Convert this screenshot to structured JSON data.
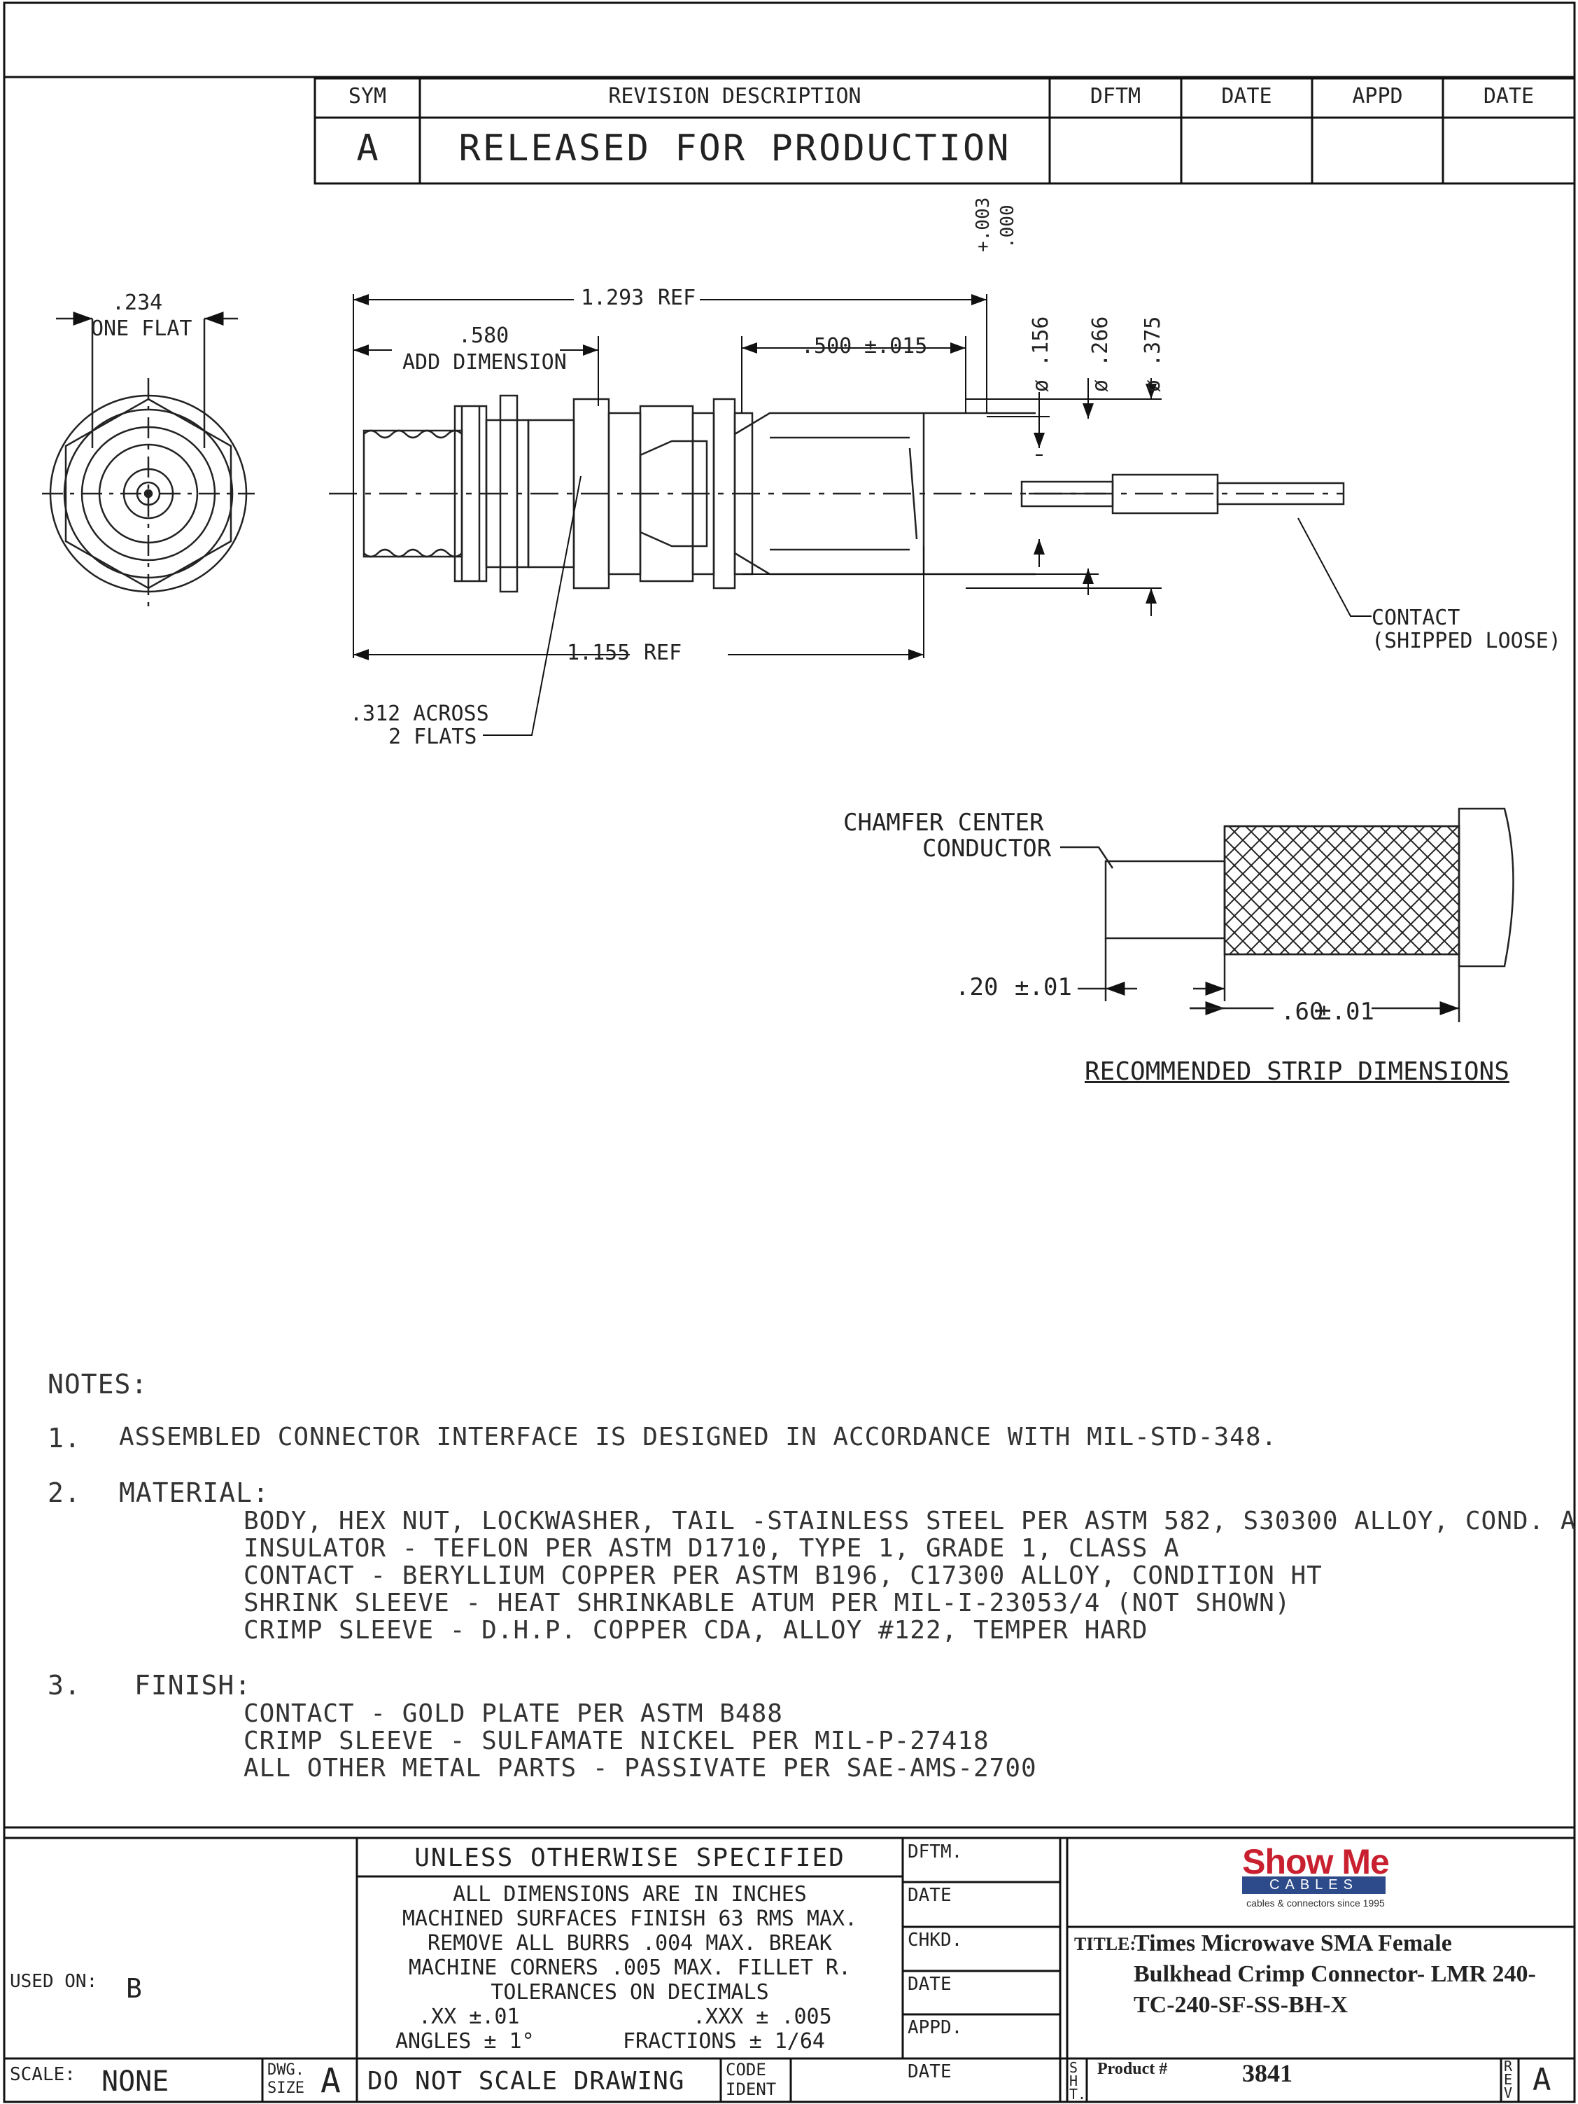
{
  "revision_block": {
    "headers": {
      "sym": "SYM",
      "description": "REVISION DESCRIPTION",
      "dftm": "DFTM",
      "date1": "DATE",
      "appd": "APPD",
      "date2": "DATE"
    },
    "row": {
      "sym": "A",
      "description": "RELEASED FOR PRODUCTION"
    }
  },
  "dimensions": {
    "one_flat_value": ".234",
    "one_flat_label": "ONE FLAT",
    "overall_ref": "1.293",
    "overall_ref_suffix": "REF",
    "add_dim_value": ".580",
    "add_dim_label": "ADD DIMENSION",
    "tail_length": ".500",
    "tail_tol": "±.015",
    "tol_plus": "+.003",
    "tol_minus": ".000",
    "dia_156": "ø .156",
    "dia_266": "ø .266",
    "dia_375": "ø .375",
    "body_ref": "1.155",
    "body_ref_suffix": "REF",
    "across_flats_1": ".312 ACROSS",
    "across_flats_2": "2 FLATS",
    "contact_1": "CONTACT",
    "contact_2": "(SHIPPED LOOSE)"
  },
  "strip": {
    "chamfer_1": "CHAMFER CENTER",
    "chamfer_2": "CONDUCTOR",
    "dim_20": ".20",
    "dim_20_tol": "±.01",
    "dim_60": ".60",
    "dim_60_tol": "±.01",
    "caption": "RECOMMENDED STRIP DIMENSIONS"
  },
  "notes": {
    "heading": "NOTES:",
    "n1_num": "1.",
    "n1_text": "ASSEMBLED CONNECTOR INTERFACE IS DESIGNED IN ACCORDANCE WITH MIL-STD-348.",
    "n2_num": "2.",
    "n2_label": "MATERIAL:",
    "n2_lines": [
      "BODY, HEX NUT, LOCKWASHER, TAIL -STAINLESS STEEL PER ASTM 582, S30300 ALLOY, COND. A",
      "INSULATOR - TEFLON PER ASTM D1710, TYPE 1, GRADE 1, CLASS A",
      "CONTACT - BERYLLIUM COPPER PER ASTM B196, C17300 ALLOY, CONDITION HT",
      "SHRINK SLEEVE - HEAT SHRINKABLE ATUM PER MIL-I-23053/4 (NOT SHOWN)",
      "CRIMP SLEEVE - D.H.P. COPPER CDA, ALLOY #122, TEMPER HARD"
    ],
    "n3_num": "3.",
    "n3_label": "FINISH:",
    "n3_lines": [
      "CONTACT  - GOLD PLATE PER ASTM B488",
      "CRIMP SLEEVE - SULFAMATE NICKEL PER MIL-P-27418",
      "ALL OTHER METAL PARTS - PASSIVATE PER SAE-AMS-2700"
    ]
  },
  "title_block": {
    "unless": "UNLESS OTHERWISE SPECIFIED",
    "spec_lines": [
      "ALL DIMENSIONS ARE IN INCHES",
      "MACHINED SURFACES FINISH 63 RMS MAX.",
      "REMOVE ALL BURRS .004 MAX. BREAK",
      "MACHINE CORNERS .005 MAX. FILLET R.",
      "TOLERANCES ON DECIMALS"
    ],
    "tol_xx": ".XX  ±.01",
    "tol_xxx": ".XXX ± .005",
    "angles": "ANGLES ± 1°",
    "fractions": "FRACTIONS ± 1/64",
    "dftm": "DFTM.",
    "date_a": "DATE",
    "chkd": "CHKD.",
    "date_b": "DATE",
    "appd": "APPD.",
    "date_c": "DATE",
    "used_on_label": "USED ON:",
    "used_on_value": "B",
    "scale_label": "SCALE:",
    "scale_value": "NONE",
    "dwg_size_label_1": "DWG.",
    "dwg_size_label_2": "SIZE",
    "dwg_size_value": "A",
    "do_not_scale": "DO NOT SCALE DRAWING",
    "code_ident_1": "CODE",
    "code_ident_2": "IDENT",
    "logo_main": "Show Me",
    "logo_sub": "CABLES",
    "logo_tag": "cables & connectors since 1995",
    "title_label": "TITLE:",
    "title_line1": "Times Microwave SMA Female",
    "title_line2": "Bulkhead Crimp Connector- LMR 240-",
    "title_line3": "TC-240-SF-SS-BH-X",
    "sht_label": "SHT.",
    "product_label": "Product #",
    "product_value": "3841",
    "rev_label": "REV",
    "rev_value": "A"
  },
  "colors": {
    "logo_red": "#c8202f",
    "logo_bar": "#2d4a8a",
    "ink": "#111111"
  }
}
